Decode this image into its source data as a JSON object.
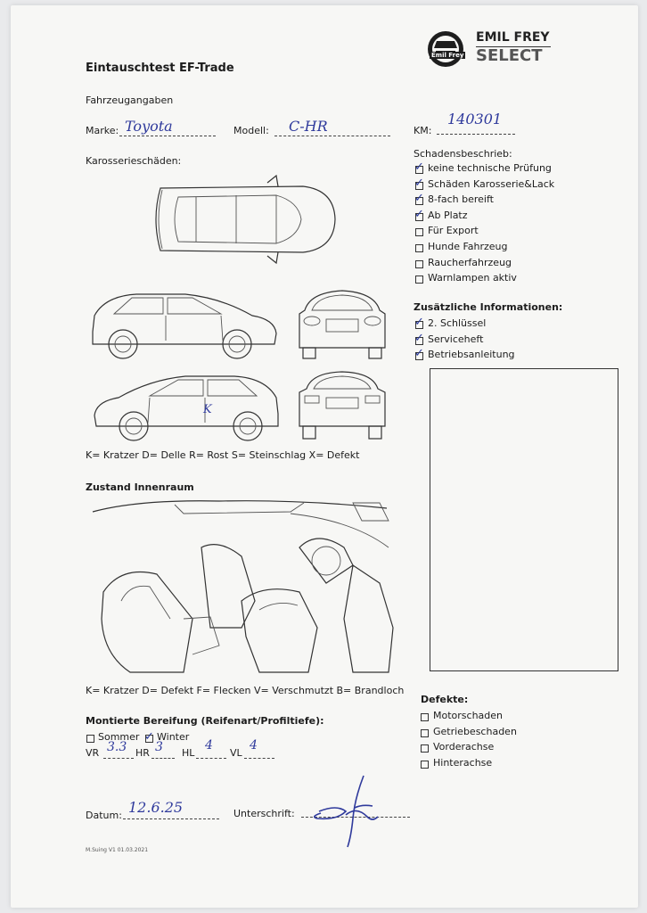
{
  "header": {
    "title": "Eintauschtest EF-Trade",
    "brand_line1": "EMIL FREY",
    "brand_line2": "SELECT",
    "logo_text": "Emil Frey"
  },
  "vehicle": {
    "section_label": "Fahrzeugangaben",
    "brand_label": "Marke:",
    "brand_value": "Toyota",
    "model_label": "Modell:",
    "model_value": "C-HR",
    "km_label": "KM:",
    "km_value": "140301"
  },
  "body_damage": {
    "label": "Karosserieschäden:",
    "legend": "K= Kratzer D= Delle R= Rost S= Steinschlag X= Defekt",
    "mark": "K"
  },
  "damage_description": {
    "label": "Schadensbeschrieb:",
    "items": [
      {
        "label": "keine technische Prüfung",
        "checked": true
      },
      {
        "label": "Schäden Karosserie&Lack",
        "checked": true
      },
      {
        "label": "8-fach bereift",
        "checked": true
      },
      {
        "label": "Ab Platz",
        "checked": true
      },
      {
        "label": "Für Export",
        "checked": false
      },
      {
        "label": "Hunde Fahrzeug",
        "checked": false
      },
      {
        "label": "Raucherfahrzeug",
        "checked": false
      },
      {
        "label": "Warnlampen aktiv",
        "checked": false
      }
    ]
  },
  "additional_info": {
    "label": "Zusätzliche Informationen:",
    "items": [
      {
        "label": "2. Schlüssel",
        "checked": true
      },
      {
        "label": "Serviceheft",
        "checked": true
      },
      {
        "label": "Betriebsanleitung",
        "checked": true
      }
    ]
  },
  "interior": {
    "label": "Zustand Innenraum",
    "legend": "K= Kratzer D= Defekt F= Flecken V= Verschmutzt B= Brandloch"
  },
  "tires": {
    "label": "Montierte Bereifung (Reifenart/Profiltiefe):",
    "summer_label": "Sommer",
    "summer_checked": false,
    "winter_label": "Winter",
    "winter_checked": true,
    "vr_label": "VR",
    "vr_value": "3.3",
    "hr_label": "HR",
    "hr_value": "3",
    "hl_label": "HL",
    "hl_value": "4",
    "vl_label": "VL",
    "vl_value": "4"
  },
  "defects": {
    "label": "Defekte:",
    "items": [
      {
        "label": "Motorschaden",
        "checked": false
      },
      {
        "label": "Getriebeschaden",
        "checked": false
      },
      {
        "label": "Vorderachse",
        "checked": false
      },
      {
        "label": "Hinterachse",
        "checked": false
      }
    ]
  },
  "footer": {
    "date_label": "Datum:",
    "date_value": "12.6.25",
    "signature_label": "Unterschrift:",
    "version": "M.Suing V1 01.03.2021"
  },
  "colors": {
    "ink": "#2f3a9c",
    "paper": "#f7f7f5",
    "text": "#1c1c1c"
  }
}
